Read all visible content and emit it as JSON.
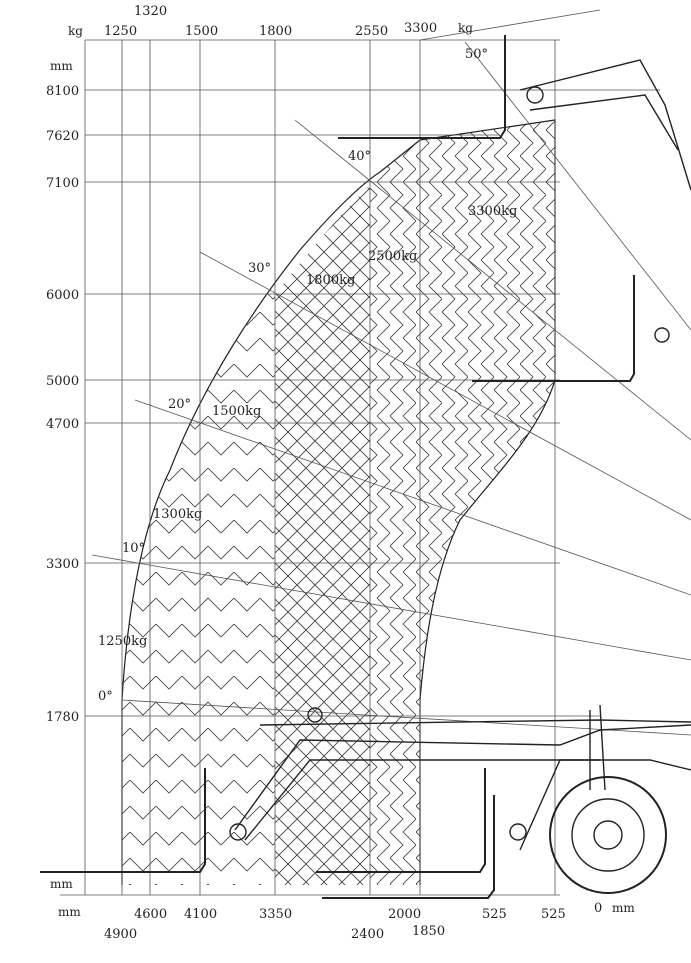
{
  "chart_data": {
    "type": "load-chart",
    "top_axis": {
      "unit_left": "kg",
      "unit_right": "kg",
      "ticks": [
        "1320",
        "1250",
        "1500",
        "1800",
        "2550",
        "3300"
      ]
    },
    "left_axis": {
      "unit": "mm",
      "ticks": [
        "8100",
        "7620",
        "7100",
        "6000",
        "5000",
        "4700",
        "3300",
        "1780"
      ],
      "zero_label": "mm"
    },
    "bottom_axis": {
      "unit": "mm",
      "unit_right": "mm",
      "ticks_row1": [
        "4600",
        "4100",
        "3350",
        "2000",
        "525",
        "525",
        "0"
      ],
      "ticks_row2": [
        "4900",
        "2400",
        "1850"
      ]
    },
    "angles": [
      "50°",
      "40°",
      "30°",
      "20°",
      "10°",
      "0°"
    ],
    "capacities": [
      "3300kg",
      "2500kg",
      "1800kg",
      "1500kg",
      "1300kg",
      "1250kg"
    ],
    "colors": {
      "ink": "#222222",
      "grid": "#555555",
      "hatch": "#3a3a3a"
    }
  }
}
